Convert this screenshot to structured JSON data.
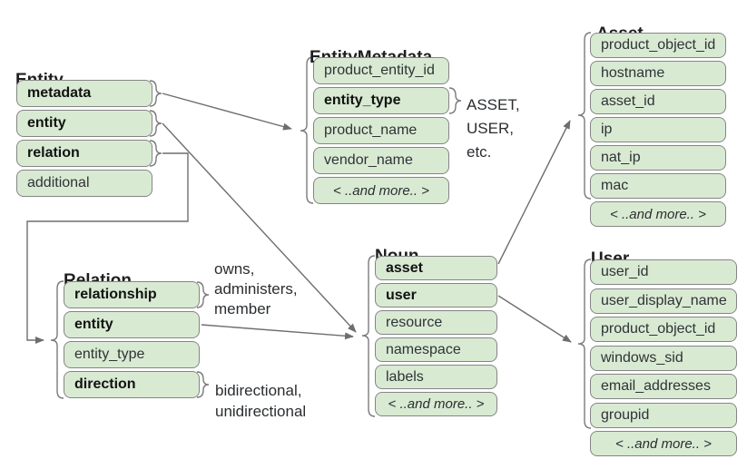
{
  "boxes": {
    "entity": {
      "title": "Entity",
      "fields": [
        "metadata",
        "entity",
        "relation",
        "additional"
      ]
    },
    "entity_metadata": {
      "title": "EntityMetadata",
      "fields": [
        "product_entity_id",
        "entity_type",
        "product_name",
        "vendor_name",
        "< ..and more.. >"
      ]
    },
    "asset": {
      "title": "Asset",
      "fields": [
        "product_object_id",
        "hostname",
        "asset_id",
        "ip",
        "nat_ip",
        "mac",
        "< ..and more.. >"
      ]
    },
    "noun": {
      "title": "Noun",
      "fields": [
        "asset",
        "user",
        "resource",
        "namespace",
        "labels",
        "< ..and more.. >"
      ]
    },
    "relation": {
      "title": "Relation",
      "fields": [
        "relationship",
        "entity",
        "entity_type",
        "direction"
      ]
    },
    "user": {
      "title": "User",
      "fields": [
        "user_id",
        "user_display_name",
        "product_object_id",
        "windows_sid",
        "email_addresses",
        "groupid",
        "< ..and more.. >"
      ]
    }
  },
  "annotations": {
    "entity_type_examples": {
      "lines": [
        "ASSET,",
        "USER,",
        "etc."
      ]
    },
    "relationship_examples": {
      "lines": [
        "owns,",
        "administers,",
        "member"
      ]
    },
    "direction_examples": {
      "lines": [
        "bidirectional,",
        "unidirectional"
      ]
    }
  },
  "colors": {
    "field_fill": "#d9ead3",
    "field_border": "#858585",
    "connector": "#6e6e6e",
    "text": "#202124"
  }
}
